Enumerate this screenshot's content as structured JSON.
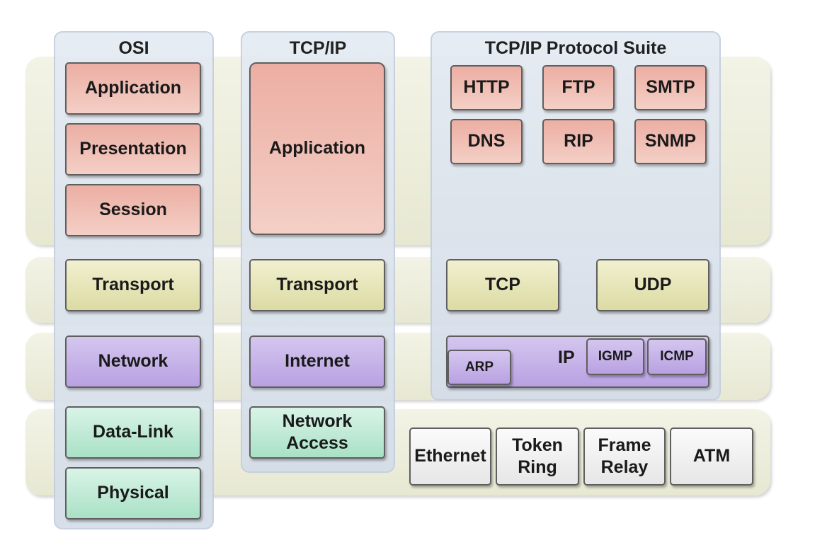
{
  "columns": {
    "osi": {
      "title": "OSI"
    },
    "tcpip": {
      "title": "TCP/IP"
    },
    "suite": {
      "title": "TCP/IP Protocol Suite"
    }
  },
  "osi_layers": {
    "application": "Application",
    "presentation": "Presentation",
    "session": "Session",
    "transport": "Transport",
    "network": "Network",
    "data_link": "Data-Link",
    "physical": "Physical"
  },
  "tcpip_layers": {
    "application": "Application",
    "transport": "Transport",
    "internet": "Internet",
    "network_access": "Network\nAccess"
  },
  "suite_protocols": {
    "http": "HTTP",
    "ftp": "FTP",
    "smtp": "SMTP",
    "dns": "DNS",
    "rip": "RIP",
    "snmp": "SNMP",
    "tcp": "TCP",
    "udp": "UDP",
    "ip": "IP",
    "arp": "ARP",
    "igmp": "IGMP",
    "icmp": "ICMP",
    "ethernet": "Ethernet",
    "token_ring": "Token\nRing",
    "frame_relay": "Frame\nRelay",
    "atm": "ATM"
  },
  "colors": {
    "application_layer": "#f0bdb3",
    "transport_layer": "#e6e5bb",
    "network_layer": "#c6b2e8",
    "link_layer": "#c0ebd6",
    "hardware": "#eeeeee",
    "column": "#dbe3ee",
    "band": "#edeedc"
  }
}
